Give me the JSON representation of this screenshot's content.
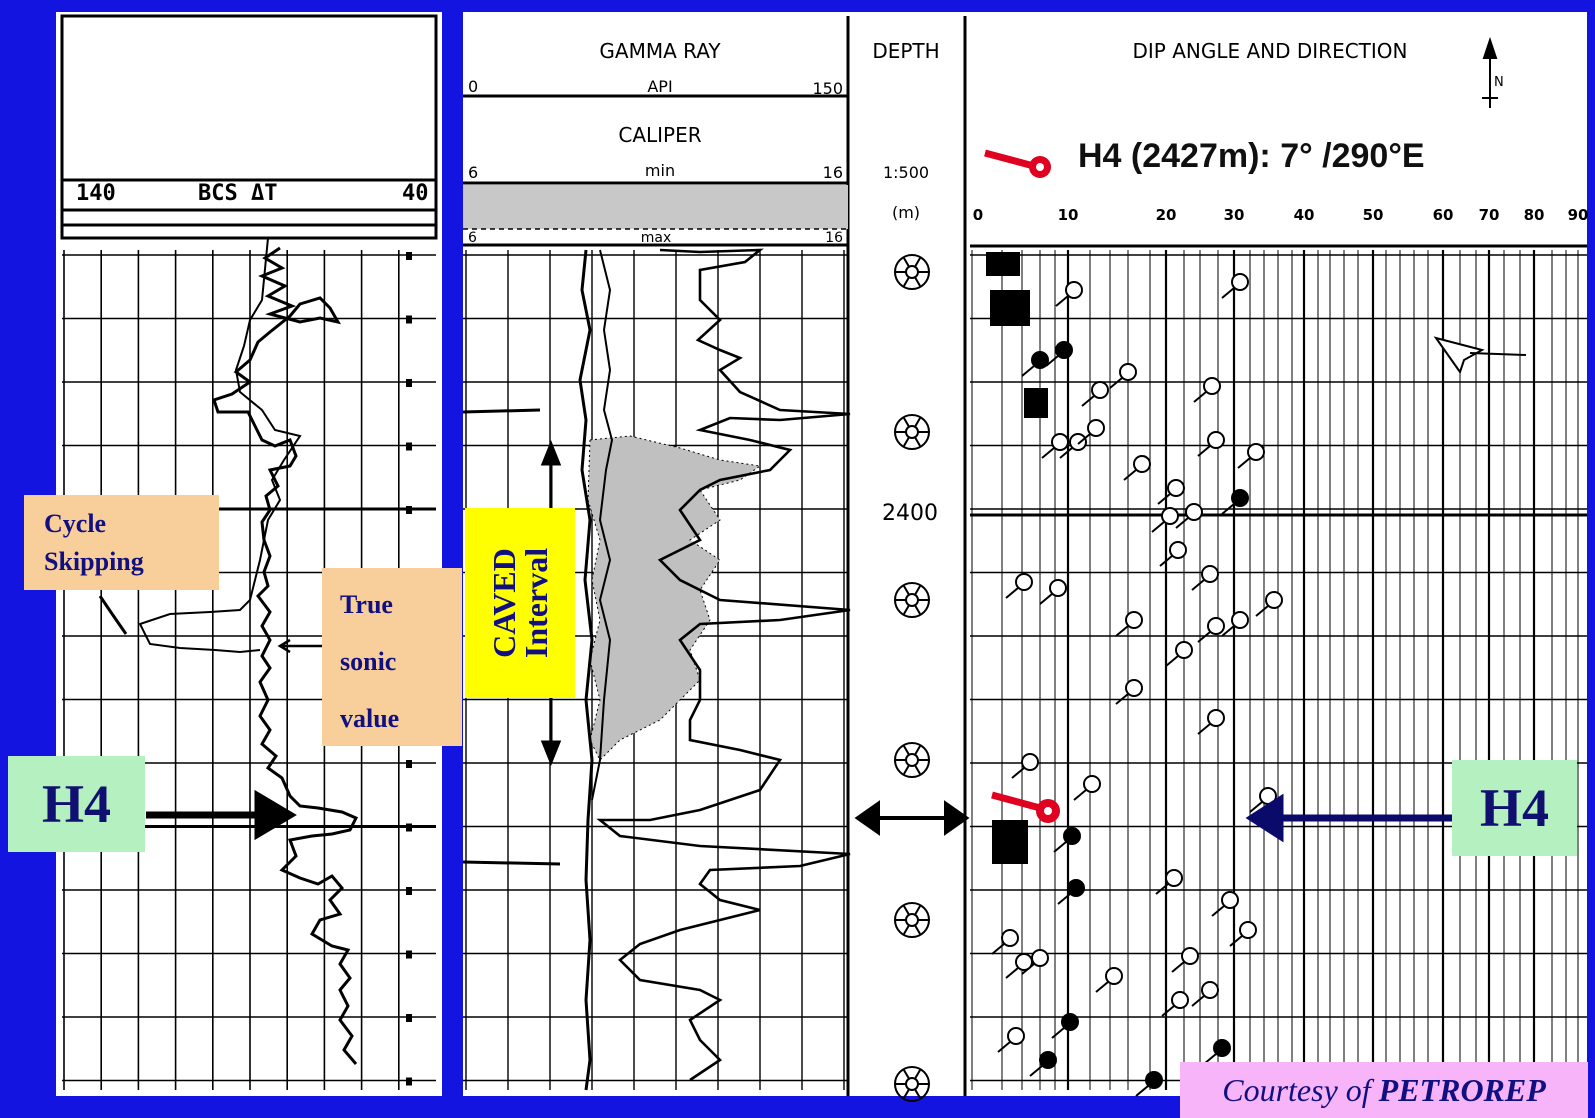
{
  "tracks": {
    "sonic": {
      "scale_left": "140",
      "scale_right": "40",
      "title": "BCS ΔT"
    },
    "gamma": {
      "title": "GAMMA RAY",
      "unit": "API",
      "scale_left": "0",
      "scale_right": "150"
    },
    "caliper": {
      "title": "CALIPER",
      "unit_min": "min",
      "unit_max": "max",
      "scale_left": "6",
      "scale_right": "16",
      "scale_left_max": "6",
      "scale_right_max": "16"
    },
    "depth": {
      "title": "DEPTH",
      "scale": "1:500",
      "unit": "(m)",
      "marker": "2400"
    },
    "dip": {
      "title": "DIP ANGLE AND DIRECTION",
      "north": "N",
      "ticks": [
        "0",
        "10",
        "20",
        "30",
        "40",
        "50",
        "60",
        "70",
        "80",
        "90"
      ]
    }
  },
  "annotations": {
    "cycle_skipping_line1": "Cycle",
    "cycle_skipping_line2": "Skipping",
    "true_sonic_line1": "True",
    "true_sonic_line2": "sonic",
    "true_sonic_line3": "value",
    "caved_line1": "CAVED",
    "caved_line2": "Interval",
    "h4_left": "H4",
    "h4_right": "H4",
    "h4_title": "H4 (2427m): 7° /290°E",
    "courtesy_prefix": "Courtesy of ",
    "courtesy_name": "PETROREP"
  },
  "colors": {
    "background": "#1414e0",
    "label_orange": "#f8cf9a",
    "label_yellow": "#ffff00",
    "label_green": "#b4f0c0",
    "label_pink": "#f8b4f8",
    "tadpole_red": "#e00020"
  }
}
